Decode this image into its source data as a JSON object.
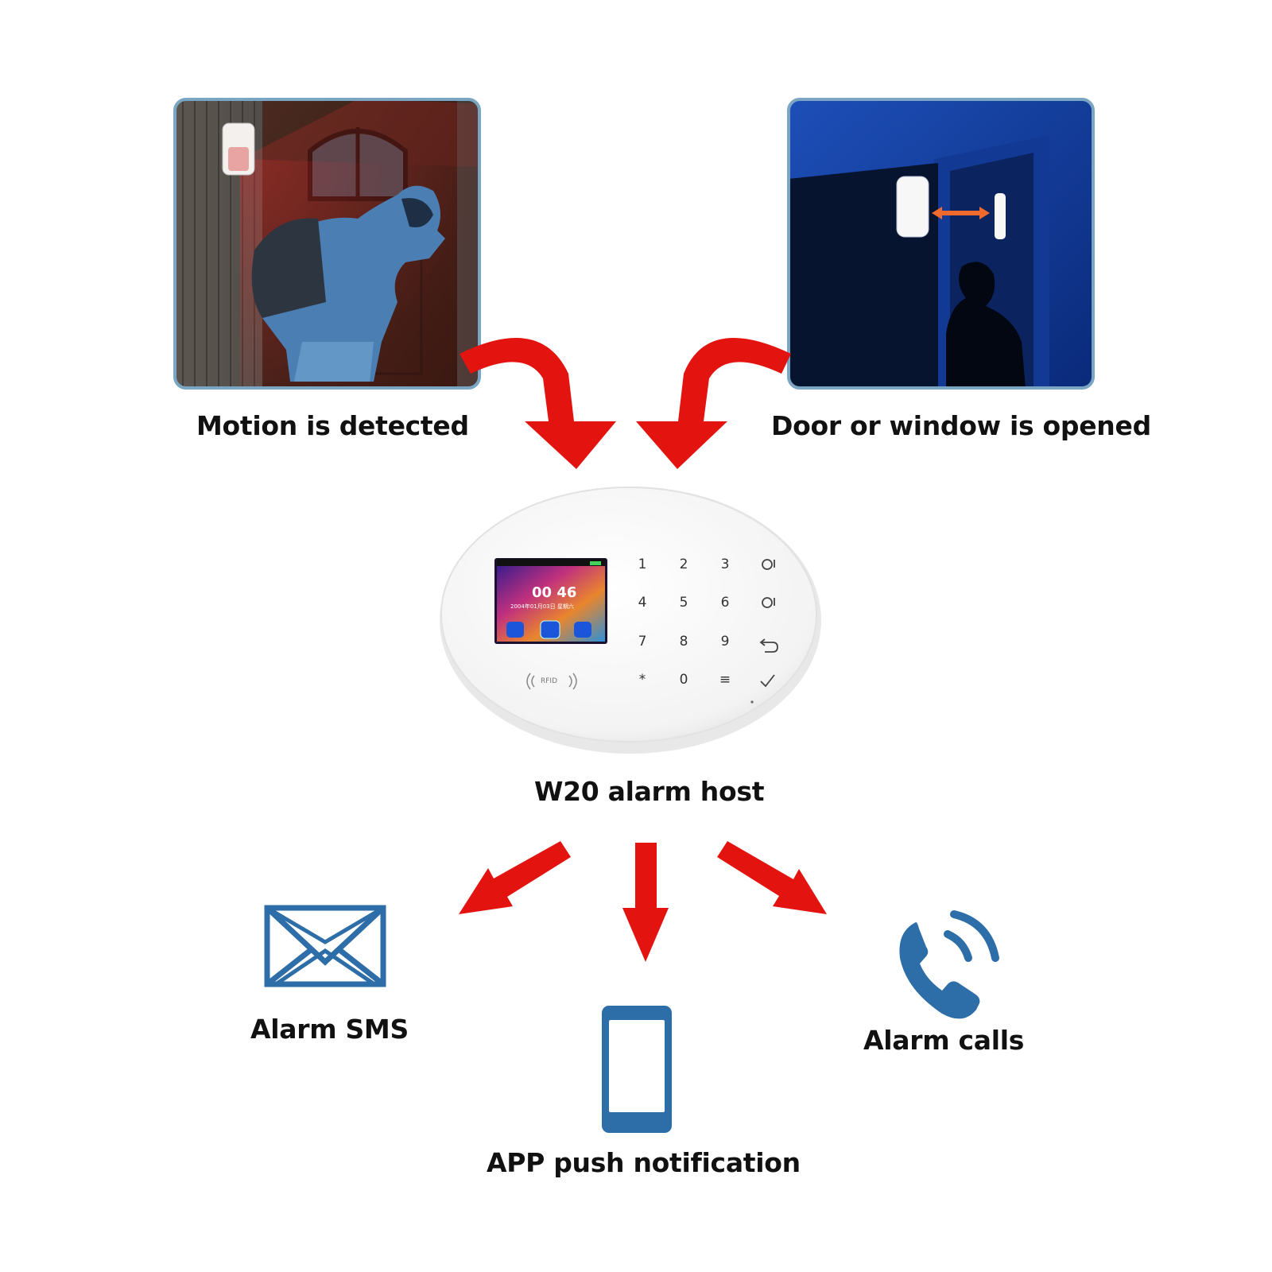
{
  "colors": {
    "arrow_red": "#e3140f",
    "icon_blue": "#2d6da8",
    "text": "#111111",
    "night_blue": "#0b2a78"
  },
  "labels": {
    "motion": "Motion is detected",
    "door": "Door or window is opened",
    "host": "W20 alarm host",
    "sms": "Alarm SMS",
    "app": "APP push notification",
    "calls": "Alarm calls"
  },
  "device": {
    "time": "00 46",
    "date": "2004年01月03日 星期六",
    "rfid": "RFID",
    "keys": [
      "1",
      "2",
      "3",
      "4",
      "5",
      "6",
      "7",
      "8",
      "9",
      "*",
      "0",
      "≡"
    ]
  },
  "icons": {
    "sms": "envelope-icon",
    "app": "smartphone-icon",
    "calls": "phone-call-icon"
  }
}
